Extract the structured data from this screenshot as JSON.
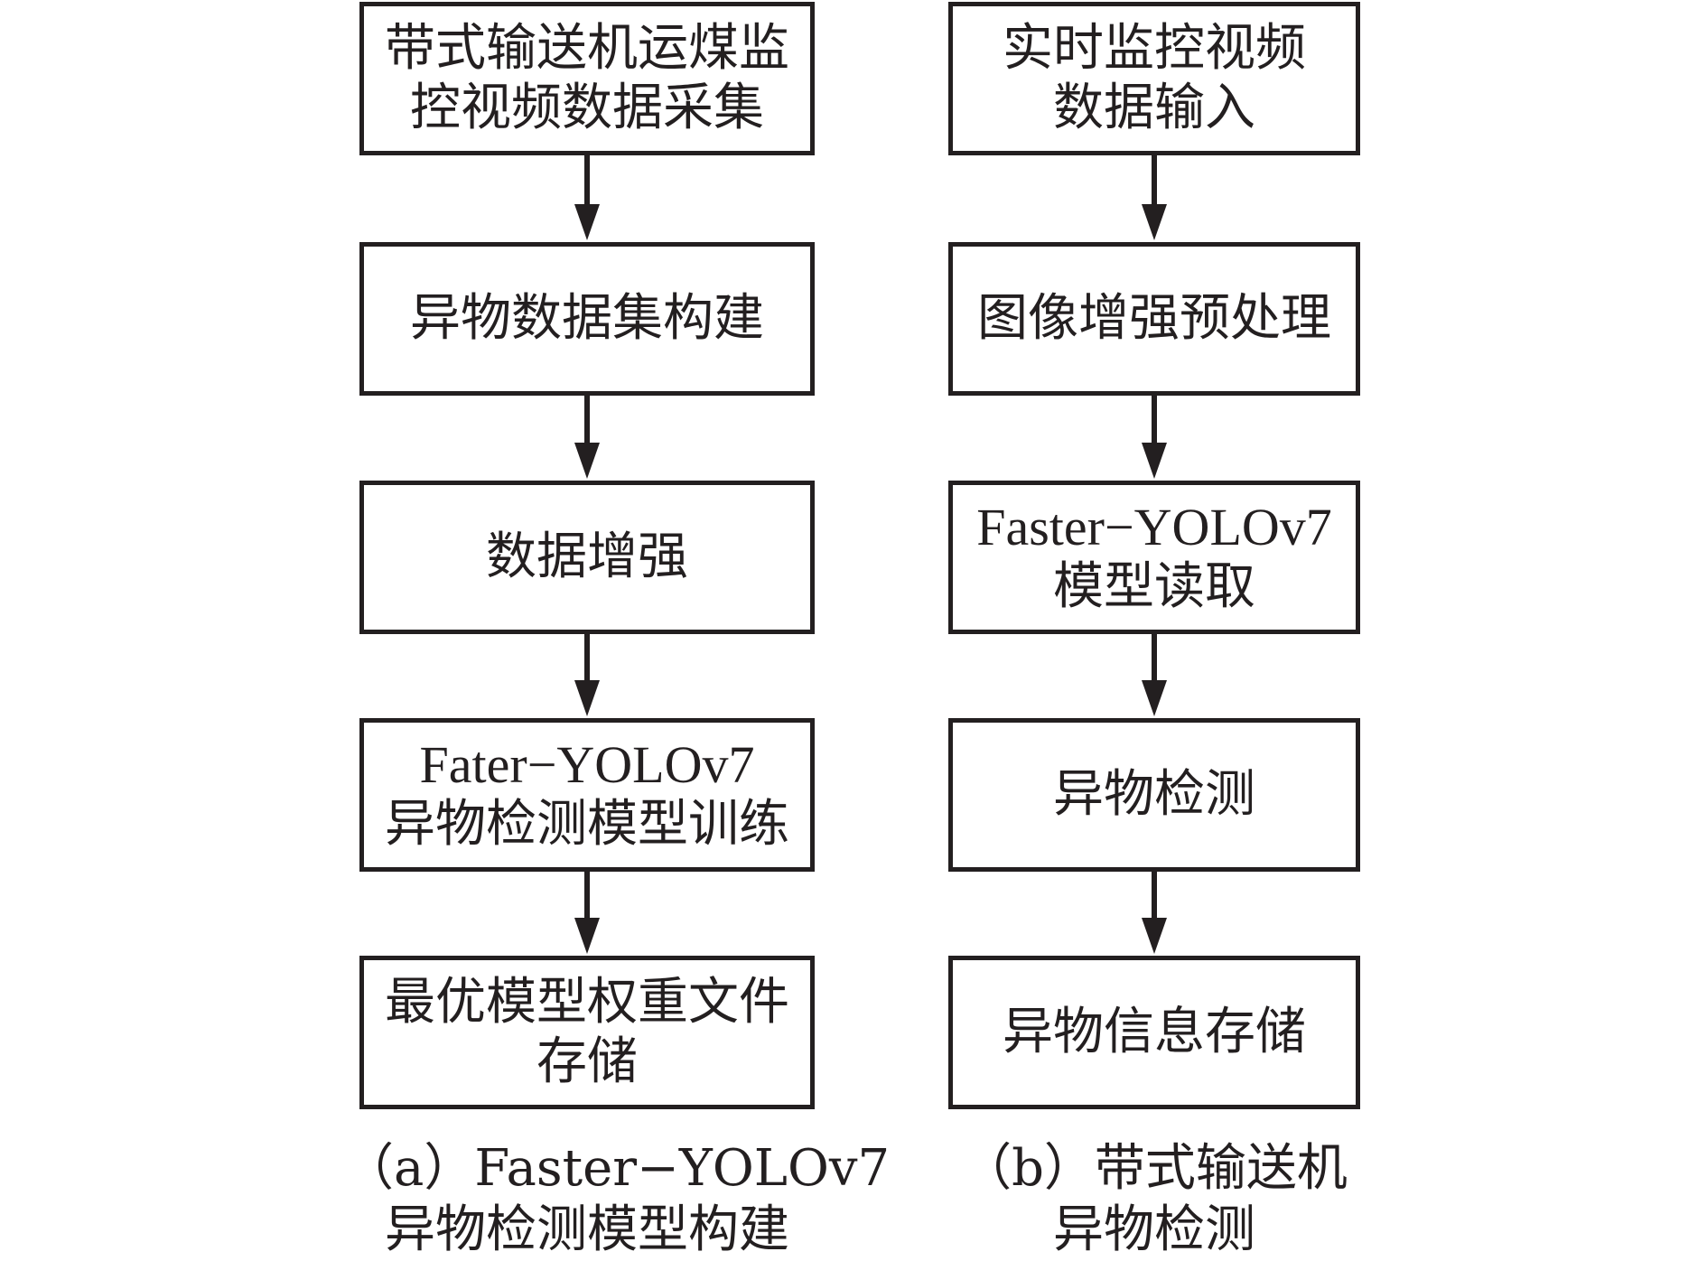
{
  "diagram": {
    "flow_a": {
      "steps": [
        {
          "lines": [
            "带式输送机运煤监",
            "控视频数据采集"
          ]
        },
        {
          "lines": [
            "异物数据集构建"
          ]
        },
        {
          "lines": [
            "数据增强"
          ]
        },
        {
          "lines": [
            "Fater−YOLOv7",
            "异物检测模型训练"
          ]
        },
        {
          "lines": [
            "最优模型权重文件",
            "存储"
          ]
        }
      ],
      "caption": [
        "（a）Faster−YOLOv7",
        "异物检测模型构建"
      ]
    },
    "flow_b": {
      "steps": [
        {
          "lines": [
            "实时监控视频",
            "数据输入"
          ]
        },
        {
          "lines": [
            "图像增强预处理"
          ]
        },
        {
          "lines": [
            "Faster−YOLOv7",
            "模型读取"
          ]
        },
        {
          "lines": [
            "异物检测"
          ]
        },
        {
          "lines": [
            "异物信息存储"
          ]
        }
      ],
      "caption": [
        "（b）带式输送机",
        "异物检测"
      ]
    },
    "colors": {
      "stroke": "#231f20",
      "background": "#ffffff"
    }
  }
}
